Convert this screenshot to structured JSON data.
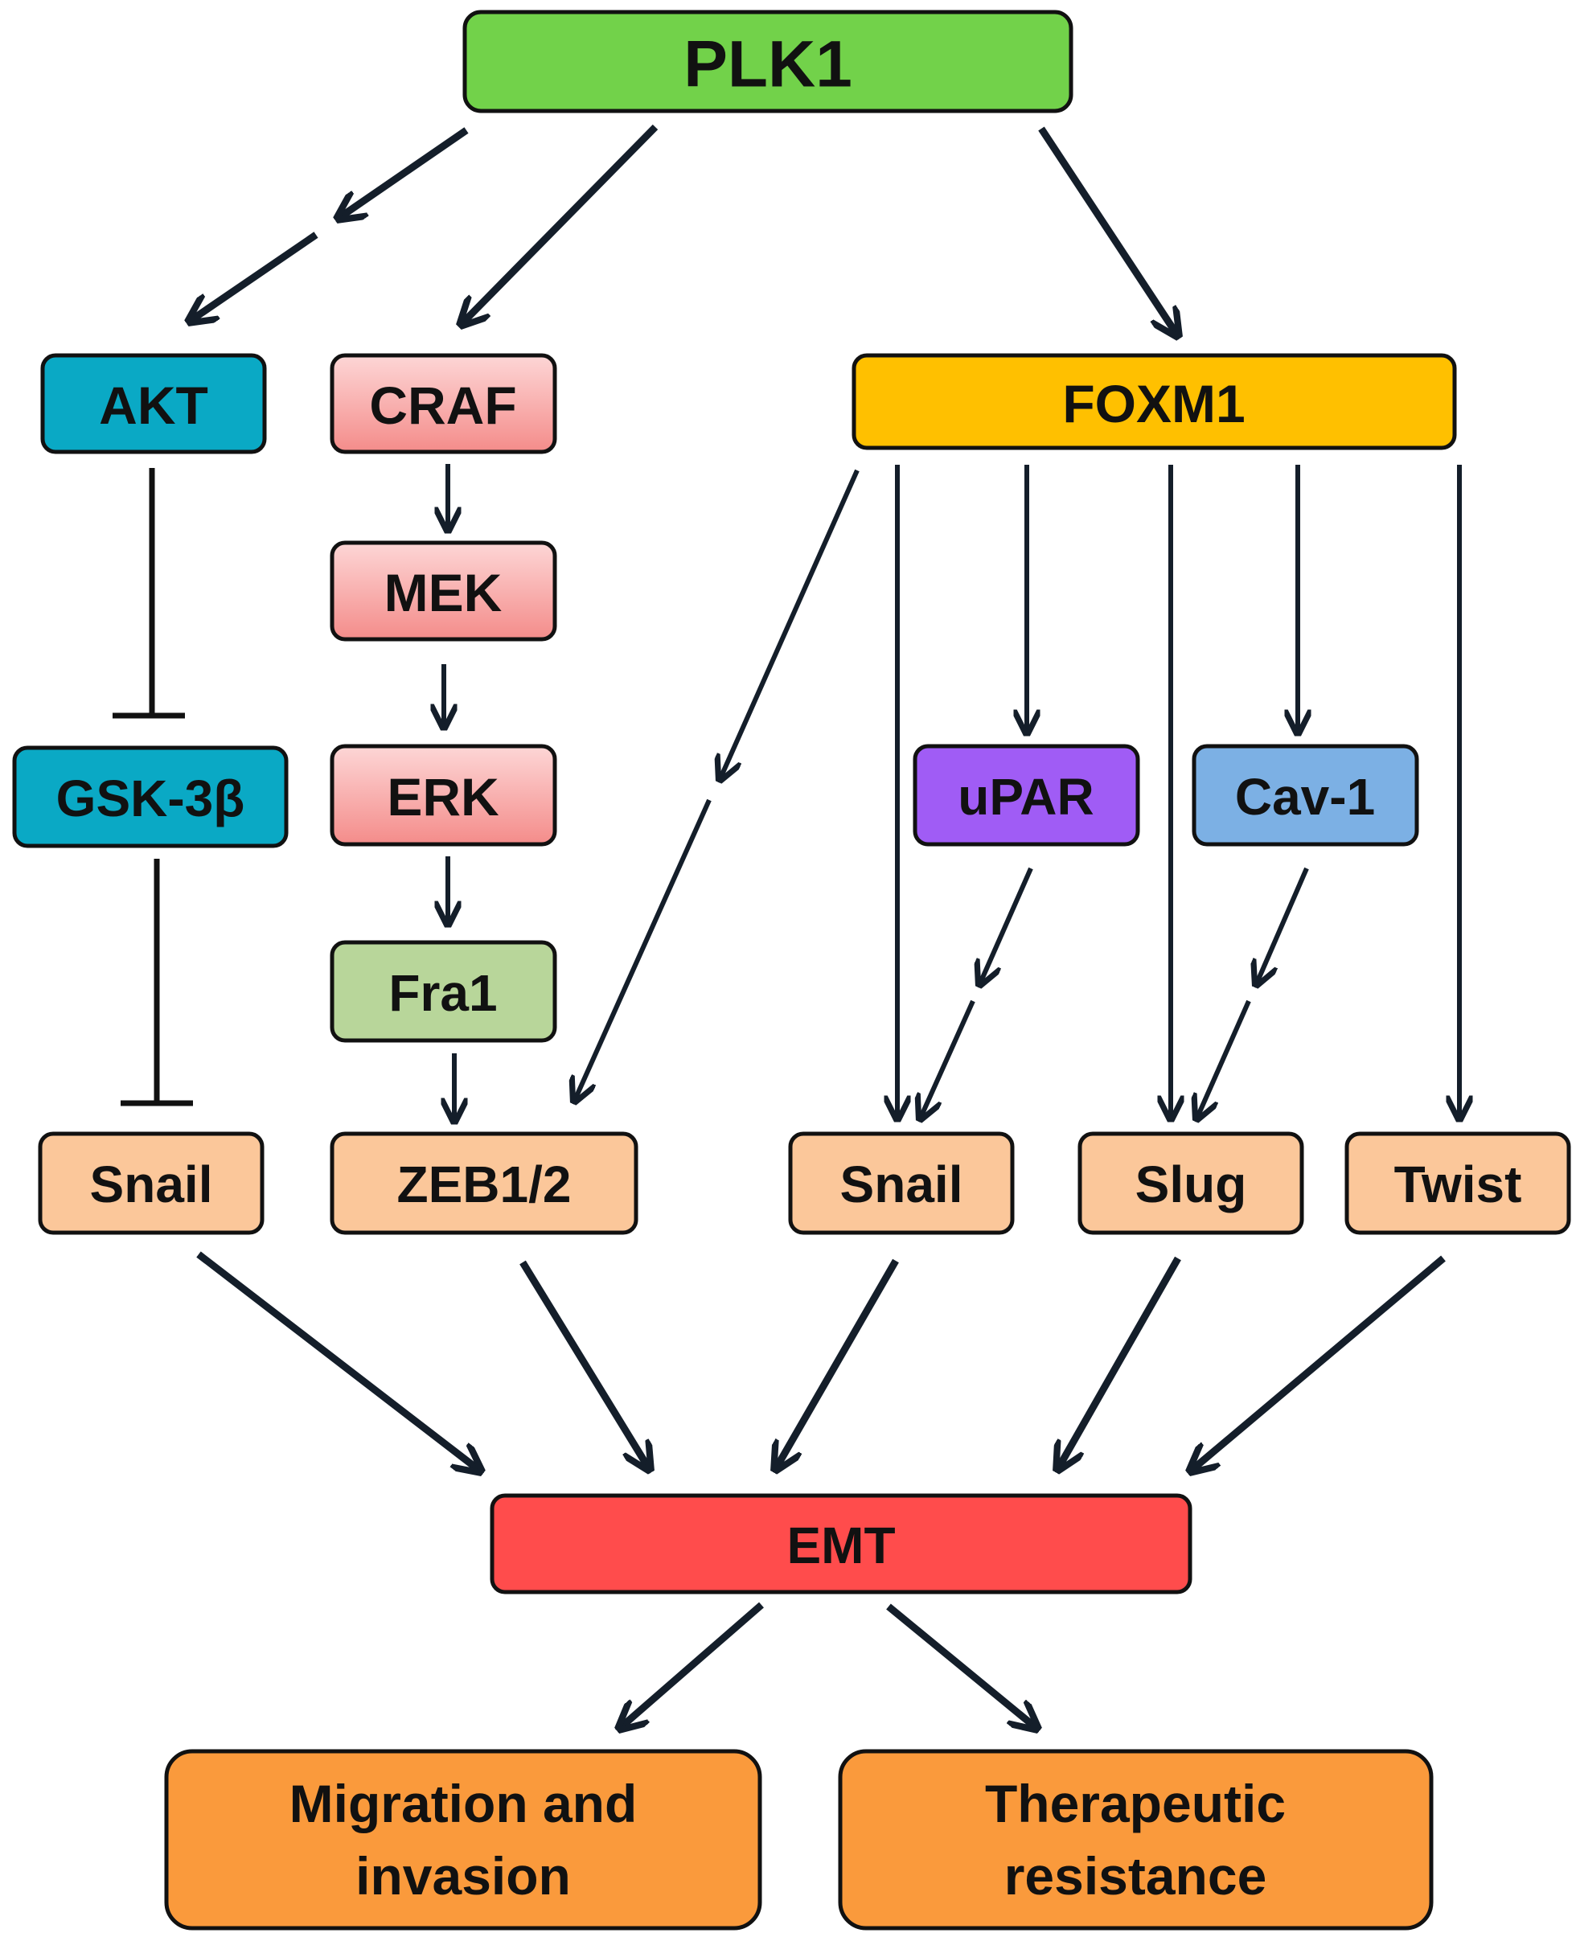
{
  "nodes": {
    "plk1": {
      "label": "PLK1",
      "color": "#72d24a"
    },
    "akt": {
      "label": "AKT",
      "color": "#0aa9c5"
    },
    "craf": {
      "label": "CRAF",
      "color": "#f7aaa8"
    },
    "foxm1": {
      "label": "FOXM1",
      "color": "#ffc000"
    },
    "gsk3b": {
      "label": "GSK-3β",
      "color": "#0aa9c5"
    },
    "mek": {
      "label": "MEK",
      "color": "#f7aaa8"
    },
    "erk": {
      "label": "ERK",
      "color": "#f7aaa8"
    },
    "fra1": {
      "label": "Fra1",
      "color": "#b8d69a"
    },
    "upar": {
      "label": "uPAR",
      "color": "#a05cf5"
    },
    "cav1": {
      "label": "Cav-1",
      "color": "#7cb0e4"
    },
    "snail_left": {
      "label": "Snail",
      "color": "#fbc79a"
    },
    "zeb12": {
      "label": "ZEB1/2",
      "color": "#fbc79a"
    },
    "snail_right": {
      "label": "Snail",
      "color": "#fbc79a"
    },
    "slug": {
      "label": "Slug",
      "color": "#fbc79a"
    },
    "twist": {
      "label": "Twist",
      "color": "#fbc79a"
    },
    "emt": {
      "label": "EMT",
      "color": "#ff4c4c"
    },
    "migration": {
      "label_line1": "Migration and",
      "label_line2": "invasion",
      "color": "#fa9a3c"
    },
    "resistance": {
      "label_line1": "Therapeutic",
      "label_line2": "resistance",
      "color": "#fa9a3c"
    }
  },
  "edges": [
    {
      "from": "plk1",
      "to": "akt",
      "type": "activation"
    },
    {
      "from": "plk1",
      "to": "craf",
      "type": "activation"
    },
    {
      "from": "plk1",
      "to": "foxm1",
      "type": "activation"
    },
    {
      "from": "akt",
      "to": "gsk3b",
      "type": "inhibition"
    },
    {
      "from": "gsk3b",
      "to": "snail_left",
      "type": "inhibition"
    },
    {
      "from": "craf",
      "to": "mek",
      "type": "activation"
    },
    {
      "from": "mek",
      "to": "erk",
      "type": "activation"
    },
    {
      "from": "erk",
      "to": "fra1",
      "type": "activation"
    },
    {
      "from": "fra1",
      "to": "zeb12",
      "type": "activation"
    },
    {
      "from": "foxm1",
      "to": "zeb12",
      "type": "activation"
    },
    {
      "from": "foxm1",
      "to": "snail_right",
      "type": "activation"
    },
    {
      "from": "foxm1",
      "to": "upar",
      "type": "activation"
    },
    {
      "from": "foxm1",
      "to": "slug",
      "type": "activation"
    },
    {
      "from": "foxm1",
      "to": "cav1",
      "type": "activation"
    },
    {
      "from": "foxm1",
      "to": "twist",
      "type": "activation"
    },
    {
      "from": "upar",
      "to": "snail_right",
      "type": "activation"
    },
    {
      "from": "cav1",
      "to": "slug",
      "type": "activation"
    },
    {
      "from": "snail_left",
      "to": "emt",
      "type": "activation"
    },
    {
      "from": "zeb12",
      "to": "emt",
      "type": "activation"
    },
    {
      "from": "snail_right",
      "to": "emt",
      "type": "activation"
    },
    {
      "from": "slug",
      "to": "emt",
      "type": "activation"
    },
    {
      "from": "twist",
      "to": "emt",
      "type": "activation"
    },
    {
      "from": "emt",
      "to": "migration",
      "type": "activation"
    },
    {
      "from": "emt",
      "to": "resistance",
      "type": "activation"
    }
  ]
}
